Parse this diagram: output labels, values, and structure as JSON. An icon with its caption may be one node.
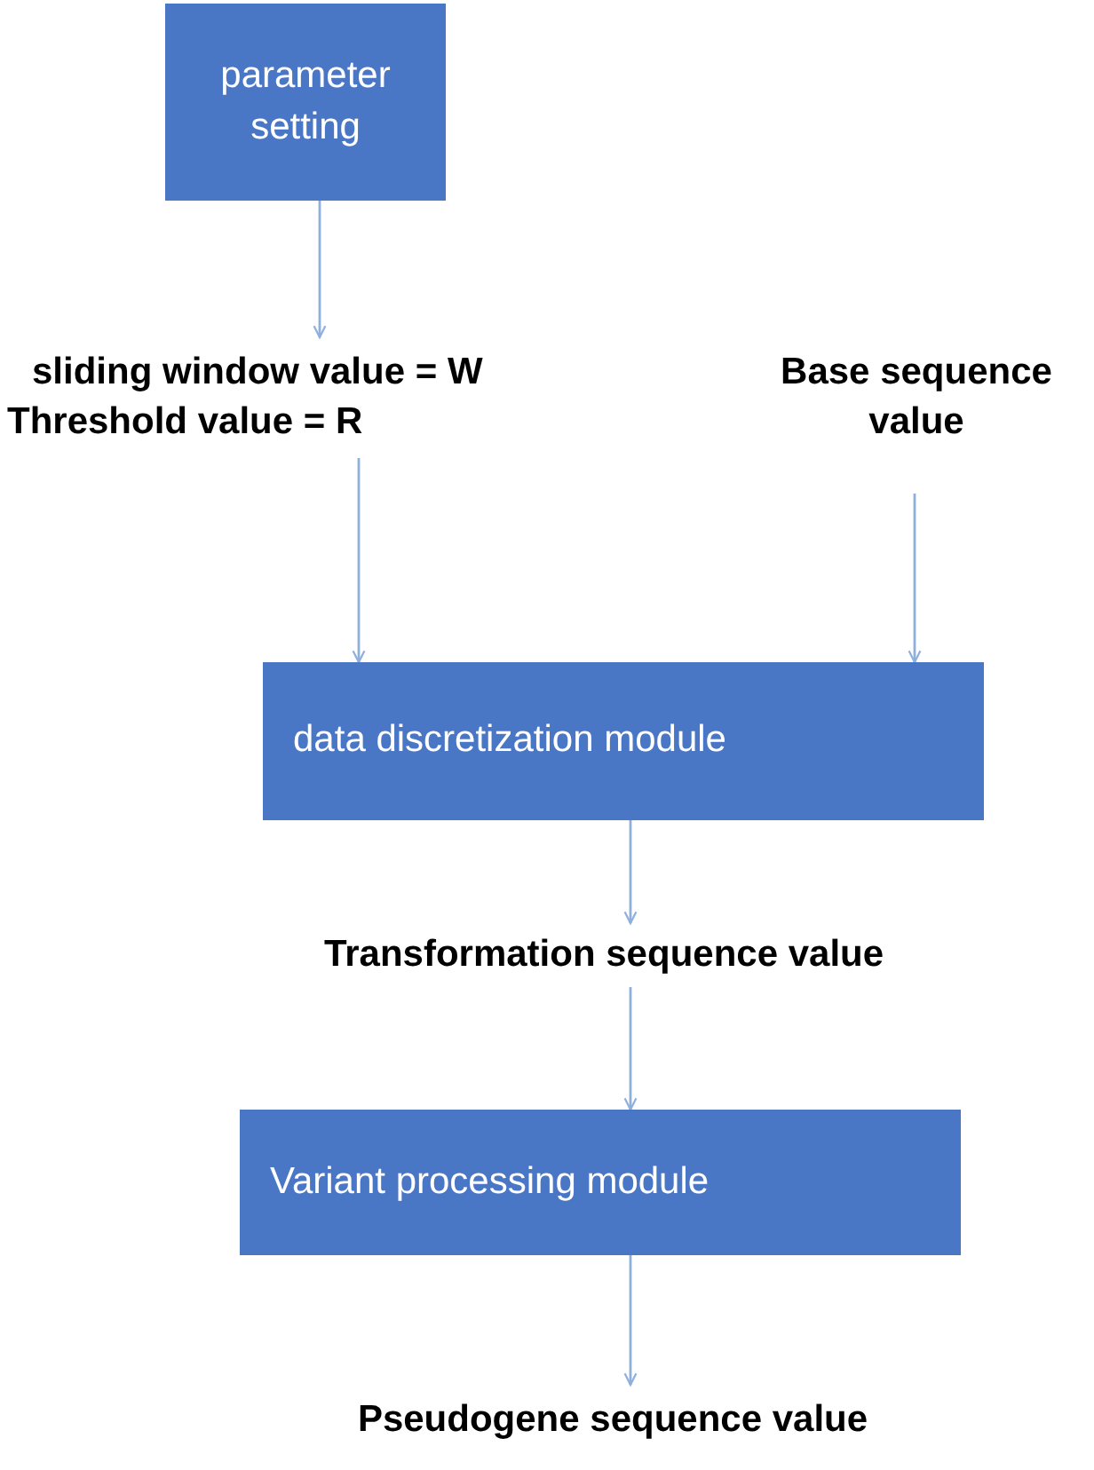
{
  "diagram": {
    "nodes": [
      {
        "text": [
          "parameter setting"
        ]
      },
      {
        "text": [
          "sliding window value = W",
          "Threshold value = R"
        ]
      },
      {
        "text": [
          "Base sequence value"
        ]
      },
      {
        "text": [
          "data discretization module"
        ]
      },
      {
        "text": [
          "Transformation sequence value"
        ]
      },
      {
        "text": [
          "Variant processing module"
        ]
      },
      {
        "text": [
          "Pseudogene sequence value"
        ]
      }
    ],
    "edges": [
      {
        "from": 0,
        "to": 1,
        "arrow": "to"
      },
      {
        "from": 1,
        "to": 3,
        "arrow": "to"
      },
      {
        "from": 2,
        "to": 3,
        "arrow": "to"
      },
      {
        "from": 3,
        "to": 4,
        "arrow": "to"
      },
      {
        "from": 4,
        "to": 5,
        "arrow": "to"
      },
      {
        "from": 5,
        "to": 6,
        "arrow": "to"
      }
    ]
  }
}
